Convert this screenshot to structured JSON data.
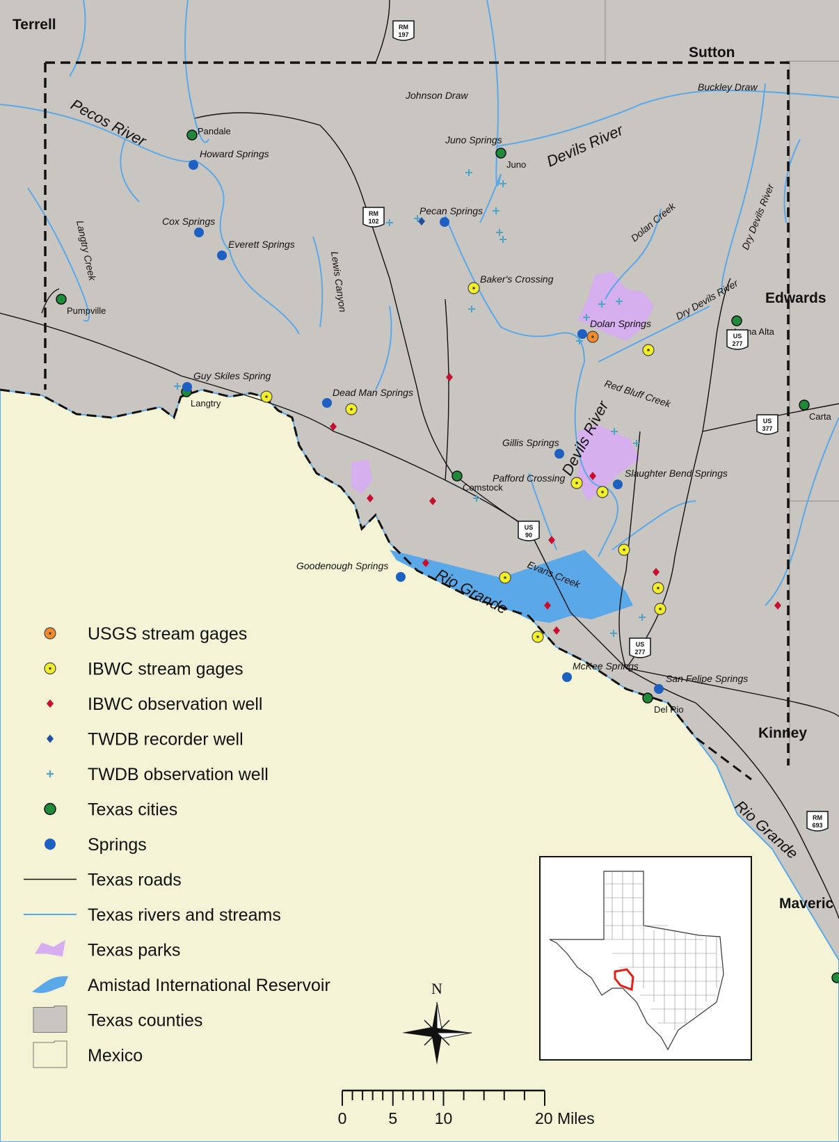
{
  "counties": {
    "terrell": "Terrell",
    "sutton": "Sutton",
    "edwards": "Edwards",
    "kinney": "Kinney",
    "maverick": "Maveric"
  },
  "rivers": {
    "pecos": "Pecos River",
    "devils_top": "Devils River",
    "devils_mid": "Devils River",
    "rio_grande_1": "Rio Grande",
    "rio_grande_2": "Rio Grande",
    "dry_devils_1": "Dry Devils River",
    "dry_devils_2": "Dry Devils River",
    "johnson_draw": "Johnson Draw",
    "buckley_draw": "Buckley Draw",
    "dolan_creek": "Dolan Creek",
    "langtry_creek": "Langtry Creek",
    "lewis_canyon": "Lewis Canyon",
    "red_bluff": "Red Bluff Creek",
    "evans_creek": "Evans Creek"
  },
  "crossings": {
    "bakers": "Baker's Crossing",
    "pafford": "Pafford Crossing"
  },
  "springs": {
    "howard": "Howard Springs",
    "cox": "Cox Springs",
    "everett": "Everett Springs",
    "juno": "Juno Springs",
    "pecan": "Pecan Springs",
    "dolan": "Dolan Springs",
    "guy_skiles": "Guy Skiles Spring",
    "dead_man": "Dead Man Springs",
    "gillis": "Gillis Springs",
    "slaughter": "Slaughter Bend Springs",
    "goodenough": "Goodenough Springs",
    "mckee": "McKee Springs",
    "san_felipe": "San Felipe Springs"
  },
  "cities": {
    "pandale": "Pandale",
    "juno": "Juno",
    "pumpville": "Pumpville",
    "langtry": "Langtry",
    "comstock": "Comstock",
    "loma_alta": "Loma Alta",
    "carta": "Carta",
    "del_rio": "Del Rio"
  },
  "roads": {
    "rm197": {
      "prefix": "RM",
      "num": "197"
    },
    "rm102": {
      "prefix": "RM",
      "num": "102"
    },
    "us277a": {
      "prefix": "US",
      "num": "277"
    },
    "us377": {
      "prefix": "US",
      "num": "377"
    },
    "us90": {
      "prefix": "US",
      "num": "90"
    },
    "us277b": {
      "prefix": "US",
      "num": "277"
    },
    "rm693": {
      "prefix": "RM",
      "num": "693"
    }
  },
  "legend": [
    {
      "label": "USGS stream gages",
      "symbol": "usgs-gage",
      "color": "#f08a2c"
    },
    {
      "label": "IBWC stream gages",
      "symbol": "ibwc-gage",
      "color": "#f2ef2a"
    },
    {
      "label": "IBWC observation well",
      "symbol": "ibwc-well",
      "color": "#c8102e"
    },
    {
      "label": "TWDB recorder well",
      "symbol": "twdb-recorder",
      "color": "#1f4fa0"
    },
    {
      "label": "TWDB observation well",
      "symbol": "twdb-observation",
      "color": "#4fa3c7"
    },
    {
      "label": "Texas cities",
      "symbol": "city",
      "color": "#1f8a3a"
    },
    {
      "label": "Springs",
      "symbol": "spring",
      "color": "#1f5fbf"
    },
    {
      "label": "Texas roads",
      "symbol": "road",
      "color": "#111111"
    },
    {
      "label": "Texas rivers and streams",
      "symbol": "stream",
      "color": "#5aa8e8"
    },
    {
      "label": "Texas parks",
      "symbol": "park",
      "color": "#d6aef0"
    },
    {
      "label": "Amistad International Reservoir",
      "symbol": "reservoir",
      "color": "#5aa8e8"
    },
    {
      "label": "Texas counties",
      "symbol": "county",
      "color": "#c9c5c1"
    },
    {
      "label": "Mexico",
      "symbol": "mexico",
      "color": "#f4f3d6"
    }
  ],
  "north": "N",
  "scale": {
    "labels": [
      "0",
      "5",
      "10",
      "20 Miles"
    ]
  }
}
